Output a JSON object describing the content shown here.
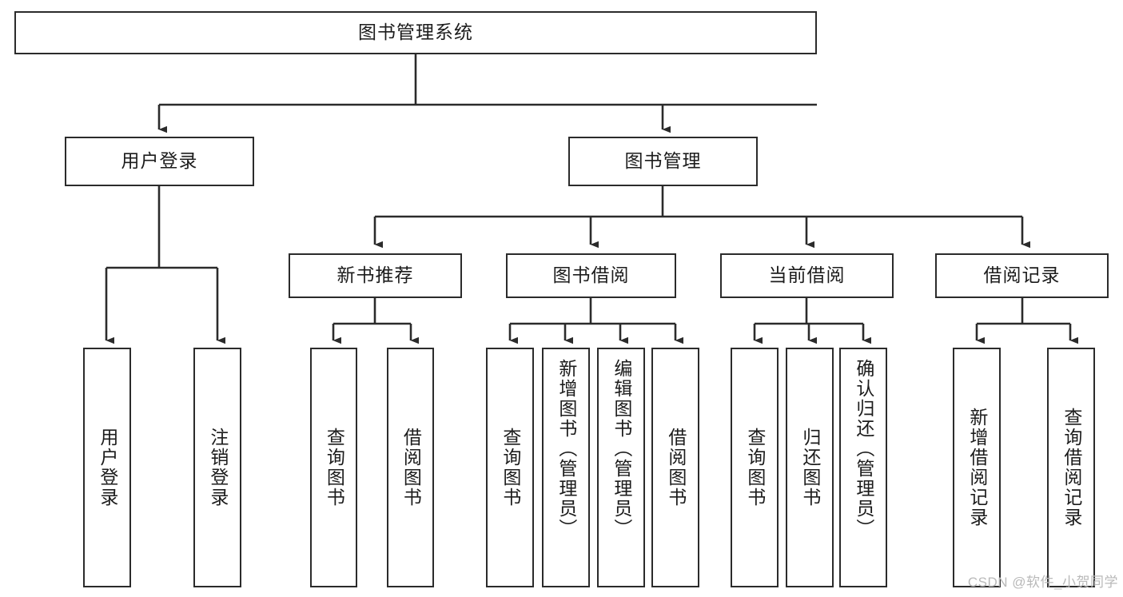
{
  "diagram": {
    "title": "图书管理系统",
    "type": "tree-hierarchy-chart",
    "orientation": "top-down",
    "watermark": "CSDN @软件_小贺同学",
    "colors": {
      "box_border": "#2b2b2b",
      "box_fill": "#ffffff",
      "edge": "#2b2b2b",
      "text": "#1c1c1c",
      "watermark": "#b9b9b9",
      "background": "#ffffff"
    },
    "nodes": {
      "root": {
        "label": "图书管理系统"
      },
      "level2": [
        {
          "id": "user-login",
          "label": "用户登录"
        },
        {
          "id": "book-management",
          "label": "图书管理"
        }
      ],
      "level3": [
        {
          "id": "new-book-recommend",
          "label": "新书推荐"
        },
        {
          "id": "book-borrow",
          "label": "图书借阅"
        },
        {
          "id": "current-borrow",
          "label": "当前借阅"
        },
        {
          "id": "borrow-record",
          "label": "借阅记录"
        }
      ],
      "leaves": {
        "user_login": [
          {
            "id": "leaf-user-login",
            "label": "用户登录"
          },
          {
            "id": "leaf-logout-login",
            "label": "注销登录"
          }
        ],
        "new_book_recommend": [
          {
            "id": "leaf-query-book-1",
            "label": "查询图书"
          },
          {
            "id": "leaf-borrow-book-1",
            "label": "借阅图书"
          }
        ],
        "book_borrow": [
          {
            "id": "leaf-query-book-2",
            "label": "查询图书"
          },
          {
            "id": "leaf-add-book",
            "label": "新增图书（管理员）"
          },
          {
            "id": "leaf-edit-book",
            "label": "编辑图书（管理员）"
          },
          {
            "id": "leaf-borrow-book-2",
            "label": "借阅图书"
          }
        ],
        "current_borrow": [
          {
            "id": "leaf-query-book-3",
            "label": "查询图书"
          },
          {
            "id": "leaf-return-book",
            "label": "归还图书"
          },
          {
            "id": "leaf-confirm-return",
            "label": "确认归还（管理员）"
          }
        ],
        "borrow_record": [
          {
            "id": "leaf-add-record",
            "label": "新增借阅记录"
          },
          {
            "id": "leaf-query-record",
            "label": "查询借阅记录"
          }
        ]
      }
    }
  }
}
